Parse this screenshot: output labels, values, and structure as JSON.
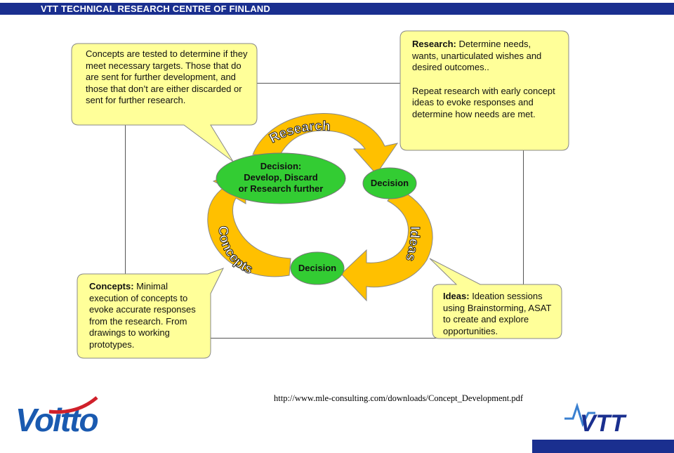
{
  "header": {
    "title": "VTT TECHNICAL RESEARCH CENTRE OF FINLAND"
  },
  "callouts": {
    "testing": "Concepts are tested to determine if they meet necessary targets.  Those that do are sent for further development, and those that don’t are either discarded or sent for further research.",
    "research_heading": "Research:",
    "research_text": " Determine needs, wants, unarticulated wishes and desired outcomes..",
    "research_repeat": "Repeat research with early concept ideas to evoke responses and determine how needs are met.",
    "concepts_heading": "Concepts:",
    "concepts_text": " Minimal execution of concepts to evoke accurate responses from the research. From drawings to working prototypes.",
    "ideas_heading": "Ideas:",
    "ideas_text": " Ideation sessions using Brainstorming, ASAT to create and explore opportunities."
  },
  "cycle": {
    "arc_research": "Research",
    "arc_ideas": "Ideas",
    "arc_concepts": "Concepts",
    "decision_main_line1": "Decision:",
    "decision_main_line2": "Develop, Discard",
    "decision_main_line3": "or Research further",
    "decision_right": "Decision",
    "decision_bottom": "Decision"
  },
  "colors": {
    "header_blue": "#1a2f8f",
    "callout_fill": "#ffff99",
    "arrow_fill": "#ffc000",
    "oval_fill": "#33cc33"
  },
  "footer": {
    "source_url": "http://www.mle-consulting.com/downloads/Concept_Development.pdf",
    "logo_left": "Voitto",
    "logo_right": "VTT"
  }
}
